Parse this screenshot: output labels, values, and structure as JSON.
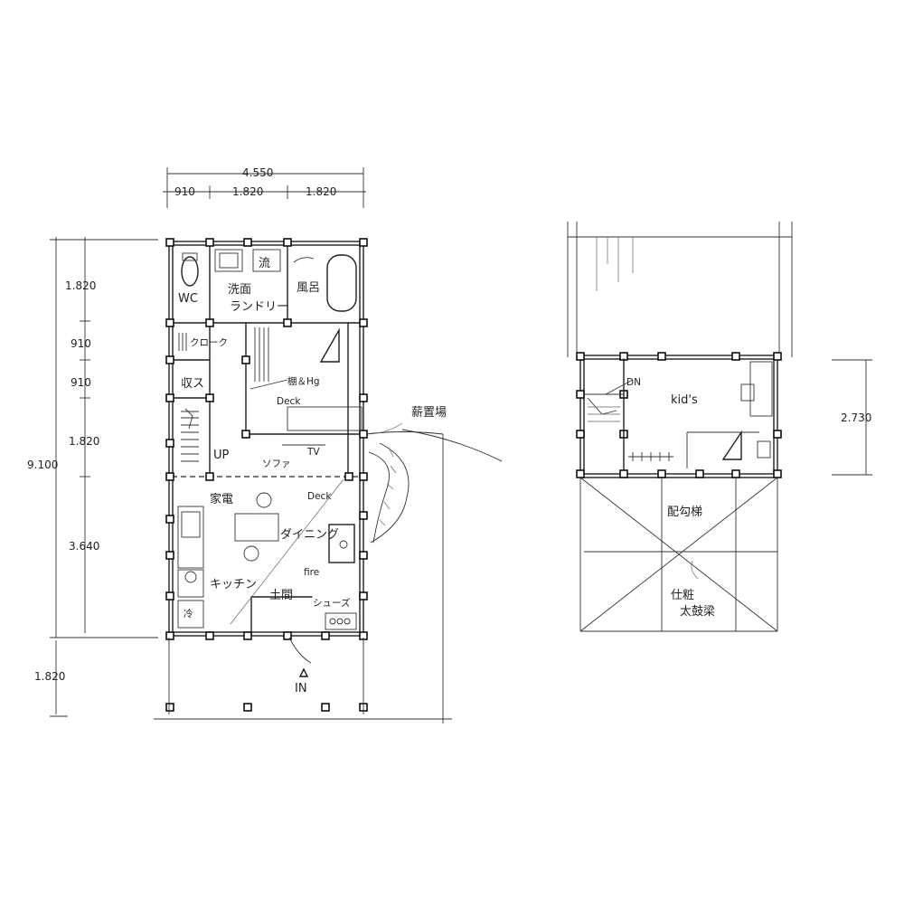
{
  "plan1": {
    "dims_top": {
      "total": "4.550",
      "parts": [
        "910",
        "1.820",
        "1.820"
      ]
    },
    "dims_left": {
      "total": "9.100",
      "segments": [
        "1.820",
        "910",
        "910",
        "1.820",
        "3.640"
      ],
      "outside": "1.820"
    },
    "rooms": {
      "wc": "WC",
      "senmen": "洗面",
      "laundry": "ランドリー",
      "furo": "風呂",
      "nagashi": "流",
      "closet": "クローク",
      "storage": "収ス",
      "shelf_hang": "棚＆Hg",
      "deck_upper": "Deck",
      "up": "UP",
      "tv": "TV",
      "sofa": "ソファ",
      "kaden": "家電",
      "deck_lower": "Deck",
      "dining": "ダイニング",
      "kitchen": "キッチン",
      "fire": "fire",
      "doma": "土間",
      "shoes": "シューズ",
      "reizo": "冷",
      "entry": "IN",
      "firewood": "薪置場"
    }
  },
  "plan2": {
    "dim_right": "2.730",
    "rooms": {
      "dn": "DN",
      "kids": "kid's",
      "beam_label": "配勾梯",
      "finish_1": "仕粧",
      "finish_2": "太鼓梁"
    }
  }
}
